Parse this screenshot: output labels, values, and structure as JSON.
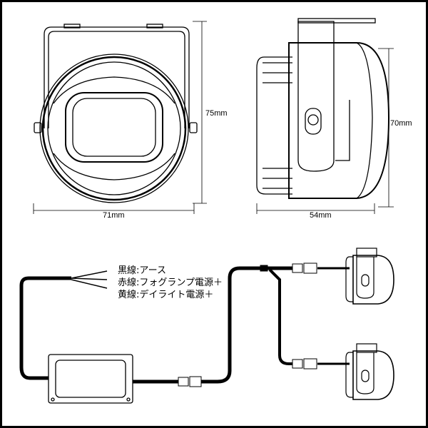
{
  "dimensions": {
    "front_height": "75mm",
    "front_width": "71mm",
    "side_depth": "54mm",
    "side_height": "70mm"
  },
  "wiring_legend": {
    "black": "黒線:アース",
    "red": "赤線:フォグランプ電源＋",
    "yellow": "黄線:デイライト電源＋"
  }
}
